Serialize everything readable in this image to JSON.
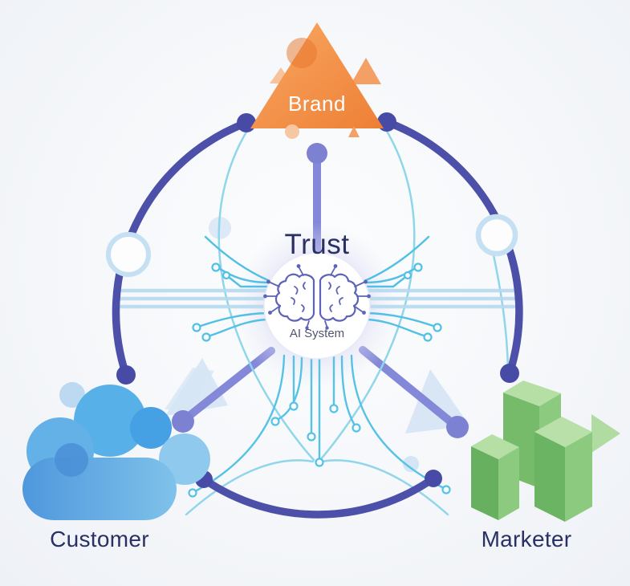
{
  "diagram": {
    "center": {
      "title": "Trust",
      "system_label": "AI System",
      "icon": "brain-circuit-icon"
    },
    "nodes": {
      "brand": {
        "label": "Brand",
        "shape": "triangle",
        "color": "#ef8a43"
      },
      "customer": {
        "label": "Customer",
        "shape": "cloud",
        "color": "#5fa9e4"
      },
      "marketer": {
        "label": "Marketer",
        "shape": "bar-blocks",
        "color": "#7cc06e"
      }
    },
    "colors": {
      "background": "#f4f6fa",
      "arc_indigo": "#4c50a9",
      "spoke_purple": "#8488d8",
      "circuit_cyan": "#55c2e6",
      "circuit_pale": "#b7d9ee",
      "ring_blue": "#c5e0f2",
      "glow_lavender": "#d5d6f1",
      "brain_purple": "#5d63b8",
      "label_navy": "#283065",
      "brand_text": "#ffffff"
    }
  }
}
